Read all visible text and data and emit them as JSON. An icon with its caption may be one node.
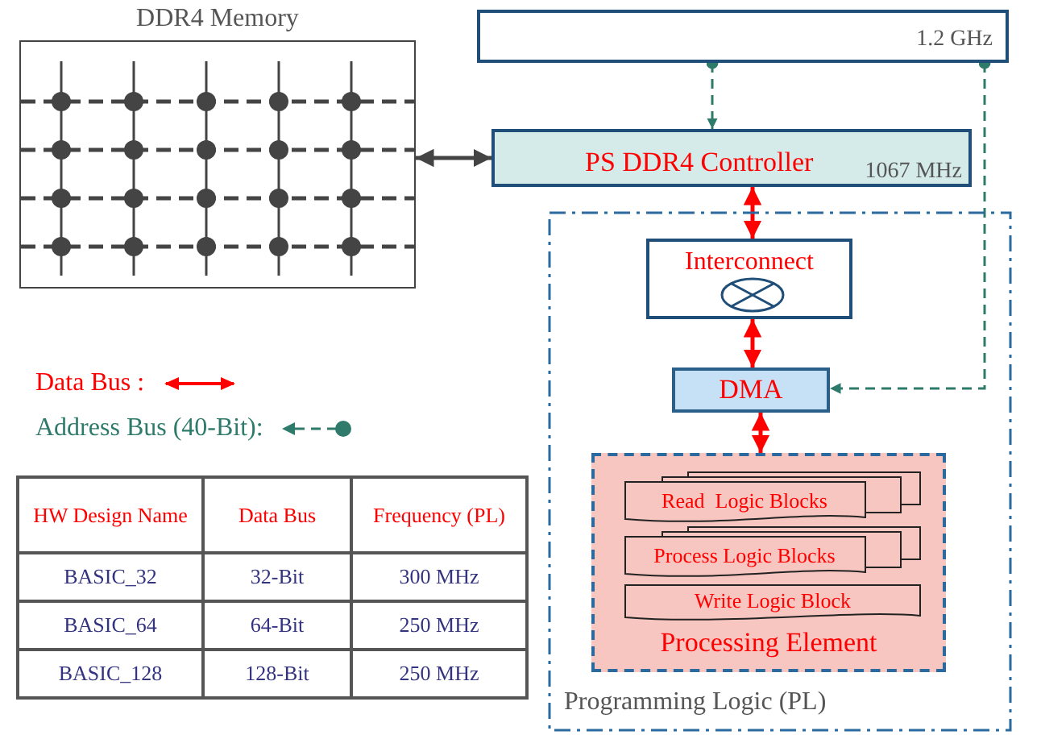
{
  "diagram": {
    "nodes": [
      {
        "text": [
          "DDR4 Memory"
        ]
      },
      {
        "text": [
          "1.2 GHz"
        ]
      },
      {
        "text": [
          "PS DDR4 Controller",
          "1067 MHz"
        ]
      },
      {
        "text": [
          "Programming Logic (PL)"
        ]
      },
      {
        "text": [
          "Interconnect"
        ],
        "in": 3
      },
      {
        "text": [
          "DMA"
        ],
        "in": 3
      },
      {
        "text": [
          "Processing Element"
        ],
        "in": 3
      },
      {
        "text": [
          "Read  Logic Blocks"
        ],
        "in": 6
      },
      {
        "text": [
          "Process Logic Blocks"
        ],
        "in": 6
      },
      {
        "text": [
          "Write Logic Block"
        ],
        "in": 6
      }
    ],
    "edges": [
      {
        "from": 0,
        "to": 2,
        "arrow": "both",
        "color": "#444444"
      },
      {
        "from": 1,
        "to": 2,
        "arrow": "to",
        "style": "dashed",
        "color": "#2e7a6b"
      },
      {
        "from": 2,
        "to": 4,
        "arrow": "both"
      },
      {
        "from": 4,
        "to": 5,
        "arrow": "both"
      },
      {
        "from": 1,
        "to": 5,
        "arrow": "to",
        "style": "dashed",
        "color": "#2e7a6b"
      },
      {
        "from": 5,
        "to": 6,
        "arrow": "both"
      }
    ],
    "labels": [
      "HW Design Name",
      "Data Bus",
      "Frequency (PL)",
      "BASIC_32",
      "32-Bit",
      "300 MHz",
      "BASIC_64",
      "64-Bit",
      "250 MHz",
      "BASIC_128",
      "128-Bit",
      "250 MHz"
    ],
    "legend": [
      {
        "text": "Data Bus :"
      },
      {
        "text": "Address Bus (40-Bit):"
      }
    ]
  }
}
